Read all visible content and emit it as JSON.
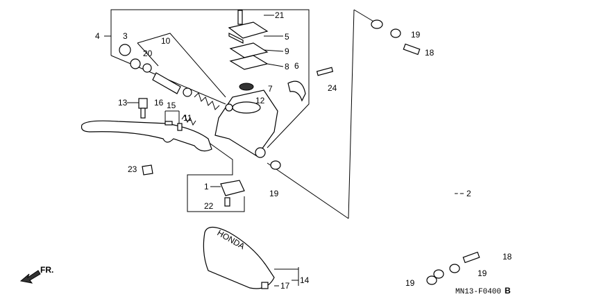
{
  "diagram": {
    "title_code": "MN13-F0400",
    "revision": "B",
    "direction_label": "FR.",
    "cover_brand": "HONDA",
    "callouts": [
      "21",
      "5",
      "9",
      "8",
      "4",
      "3",
      "20",
      "10",
      "6",
      "7",
      "24",
      "12",
      "13",
      "16",
      "15",
      "11",
      "23",
      "1",
      "22",
      "19",
      "19",
      "18",
      "2",
      "18",
      "19",
      "19",
      "14",
      "17"
    ]
  }
}
